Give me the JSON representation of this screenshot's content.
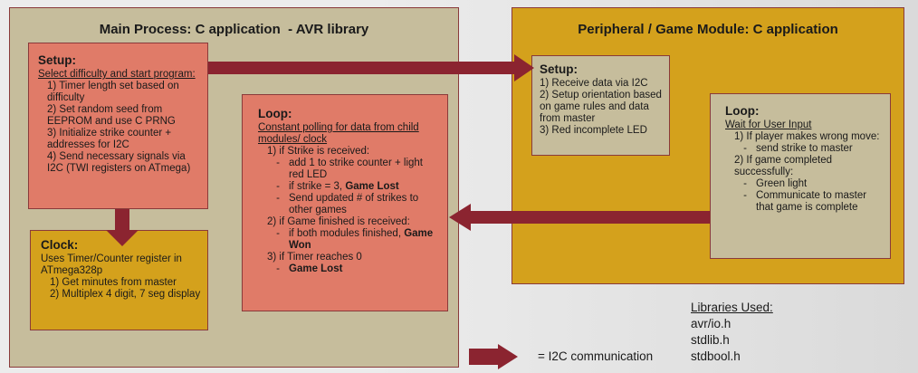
{
  "main": {
    "title": "Main Process: C application  - AVR library",
    "setup": {
      "title": "Setup:",
      "subtitle": "Select difficulty and start program:",
      "items": [
        "1) Timer length set based on difficulty",
        "2) Set random seed from EEPROM and use C PRNG",
        "3) Initialize strike counter + addresses for I2C",
        "4) Send necessary signals via I2C (TWI registers on ATmega)"
      ]
    },
    "clock": {
      "title": "Clock:",
      "desc": "Uses Timer/Counter register in ATmega328p",
      "items": [
        "1) Get minutes from master",
        "2) Multiplex 4 digit, 7 seg display"
      ]
    },
    "loop": {
      "title": "Loop:",
      "subtitle": "Constant polling for data from child modules/ clock",
      "item1": "1) if Strike is received:",
      "item1_subs": [
        "add 1 to strike counter + light red LED",
        "if strike = 3, "
      ],
      "item1_sub2_bold": "Game Lost",
      "item1_sub3": "Send updated # of strikes to other games",
      "item2": "2) if Game finished is received:",
      "item2_sub": "if both modules finished, ",
      "item2_sub_bold": "Game Won",
      "item3": "3) if Timer reaches 0",
      "item3_sub_bold": "Game Lost",
      "dash": "-"
    }
  },
  "peripheral": {
    "title": "Peripheral / Game Module: C application",
    "setup": {
      "title": "Setup:",
      "items": [
        "1) Receive data via I2C",
        "2) Setup orientation based on game rules and data from master",
        "3) Red incomplete LED"
      ]
    },
    "loop": {
      "title": "Loop:",
      "subtitle": "Wait for User Input",
      "item1": "1) If player makes wrong move:",
      "item1_sub": "send strike to master",
      "item2": "2) If game completed successfully:",
      "item2_subs": [
        "Green light",
        "Communicate to master that game is complete"
      ],
      "dash": "-"
    }
  },
  "libraries": {
    "heading": "Libraries Used:",
    "items": [
      "avr/io.h",
      "stdlib.h",
      "stdbool.h"
    ]
  },
  "legend": {
    "label": "= I2C communication"
  },
  "colors": {
    "arrow": "#8b2430",
    "main_panel": "#c6bd9c",
    "peripheral_panel": "#d4a11c",
    "red_box": "#e07b68"
  }
}
